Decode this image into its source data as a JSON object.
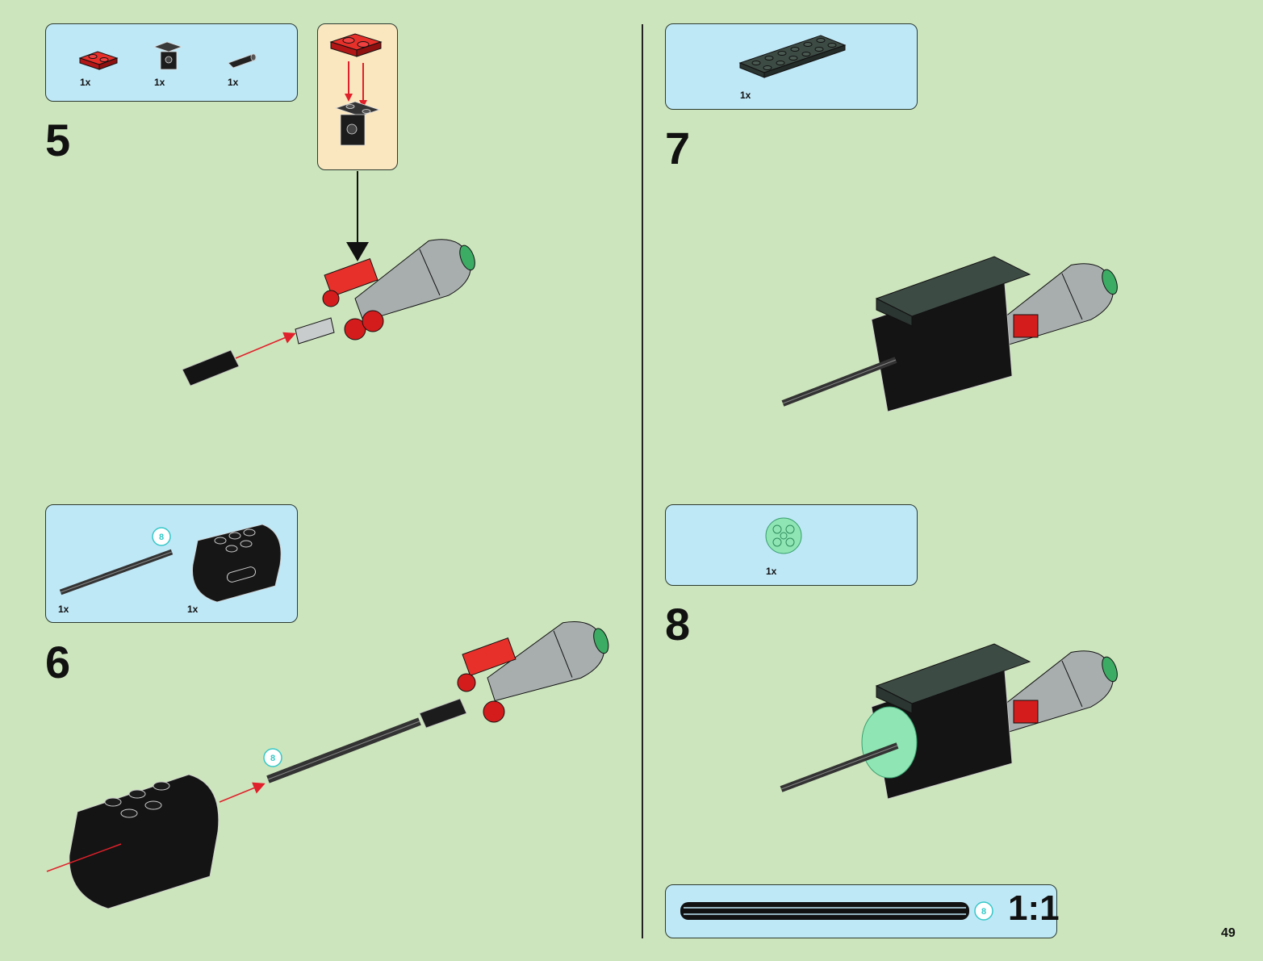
{
  "page_number": "49",
  "steps": [
    {
      "number": "5",
      "parts": [
        {
          "qty": "1x"
        },
        {
          "qty": "1x"
        },
        {
          "qty": "1x"
        }
      ]
    },
    {
      "number": "6",
      "parts": [
        {
          "qty": "1x",
          "badge": "8"
        },
        {
          "qty": "1x"
        }
      ],
      "assembly_badge": "8"
    },
    {
      "number": "7",
      "parts": [
        {
          "qty": "1x"
        }
      ]
    },
    {
      "number": "8",
      "parts": [
        {
          "qty": "1x"
        }
      ]
    }
  ],
  "scale_reference": {
    "badge": "8",
    "label": "1:1"
  },
  "colors": {
    "background": "#cde5bd",
    "parts_box": "#bfe8f7",
    "callout": "#fbe7bf",
    "arrow": "#e0202a",
    "brick_red": "#d41c1c",
    "brick_dark_green": "#3a4a44",
    "brick_grey": "#a8aeae",
    "trans_green": "#7fe0a8"
  }
}
